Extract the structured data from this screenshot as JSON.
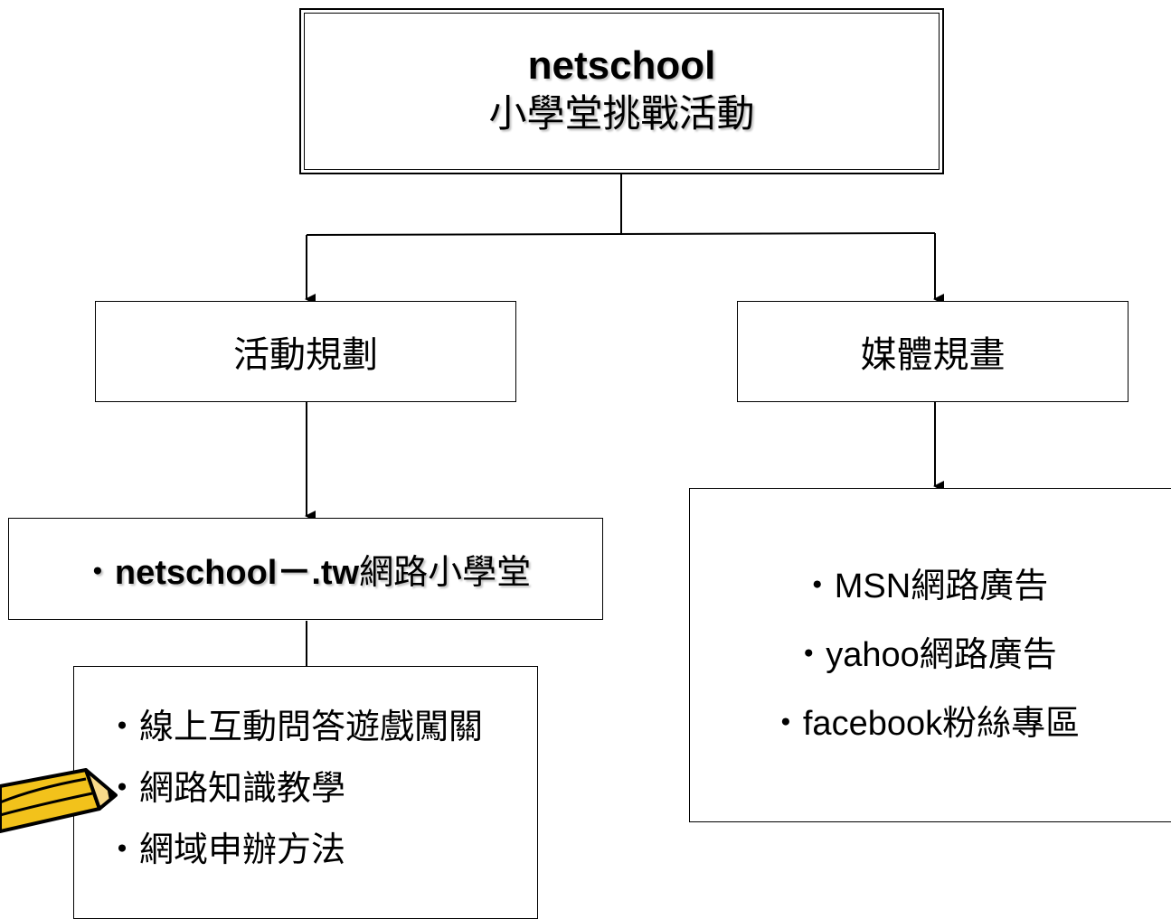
{
  "root": {
    "title": "netschool",
    "subtitle": "小學堂挑戰活動"
  },
  "branches": {
    "activity": {
      "label": "活動規劃",
      "site": {
        "bullet": "・",
        "name_en": "netschool－.tw",
        "name_zh": "網路小學堂"
      },
      "items": [
        "・線上互動問答遊戲闖關",
        "・網路知識教學",
        "・網域申辦方法"
      ]
    },
    "media": {
      "label": "媒體規畫",
      "items": [
        "・MSN網路廣告",
        "・yahoo網路廣告",
        "・facebook粉絲專區"
      ]
    }
  },
  "icons": {
    "pencil": "pencil-icon"
  },
  "colors": {
    "line": "#000000",
    "pencil_body": "#F2C21B",
    "pencil_outline": "#000000"
  }
}
